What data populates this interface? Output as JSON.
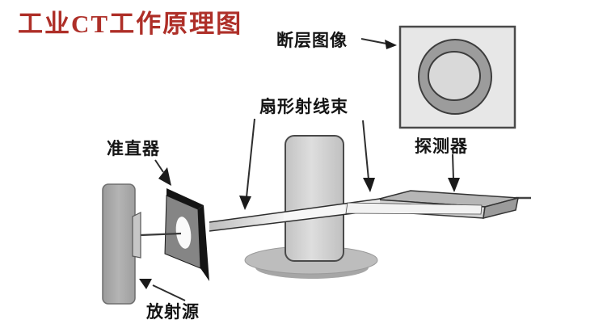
{
  "title": {
    "text": "工业CT工作原理图",
    "color": "#ae2f28"
  },
  "labels": {
    "tomogram": "断层图像",
    "fan_beam": "扇形射线束",
    "collimator": "准直器",
    "detector": "探测器",
    "source": "放射源"
  },
  "diagram": {
    "type": "schematic",
    "subject": "Industrial CT working principle",
    "components": [
      {
        "name": "radiation-source",
        "label": "放射源",
        "shape": "gray rounded block with emitter tab"
      },
      {
        "name": "collimator",
        "label": "准直器",
        "shape": "dark tilted plate with white elliptical aperture"
      },
      {
        "name": "fan-beam",
        "label": "扇形射线束",
        "shape": "thin fan-shaped ray band from collimator through object to detector"
      },
      {
        "name": "test-object",
        "label": "",
        "shape": "gray cylinder standing on rotary turntable"
      },
      {
        "name": "detector",
        "label": "探测器",
        "shape": "flat 3D slab receiving the beam"
      },
      {
        "name": "tomographic-image",
        "label": "断层图像",
        "shape": "framed square image showing a gray ring cross-section"
      }
    ]
  },
  "colors": {
    "title_red": "#ae2f28",
    "label_black": "#151515",
    "source_gray": "#a8a8a8",
    "collimator_black": "#141414",
    "collimator_face": "#858585",
    "cylinder_gray": "#d2d2d2",
    "turntable_gray": "#bdbdbd",
    "detector_top": "#b6b6b6",
    "beam_light": "#f2f2f2",
    "image_box_bg": "#e7e7e7",
    "ring_gray": "#9c9c9c",
    "ring_inner": "#d9d9d9",
    "background": "#ffffff"
  }
}
